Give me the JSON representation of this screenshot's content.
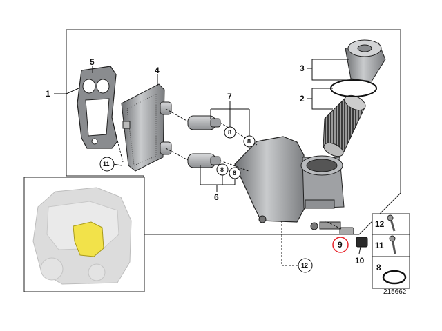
{
  "callouts": {
    "c1": "1",
    "c2": "2",
    "c3": "3",
    "c4": "4",
    "c5": "5",
    "c6": "6",
    "c7": "7",
    "c8a": "8",
    "c8b": "8",
    "c8c": "8",
    "c8d": "8",
    "c9": "9",
    "c10": "10",
    "c11": "11",
    "c12": "12"
  },
  "legend": [
    {
      "number": "12",
      "part": "bolt"
    },
    {
      "number": "11",
      "part": "bolt"
    },
    {
      "number": "8",
      "part": "o-ring"
    }
  ],
  "reference_number": "215662",
  "highlight_color": "#e8232b",
  "inset_highlight_color": "#f2e24a"
}
